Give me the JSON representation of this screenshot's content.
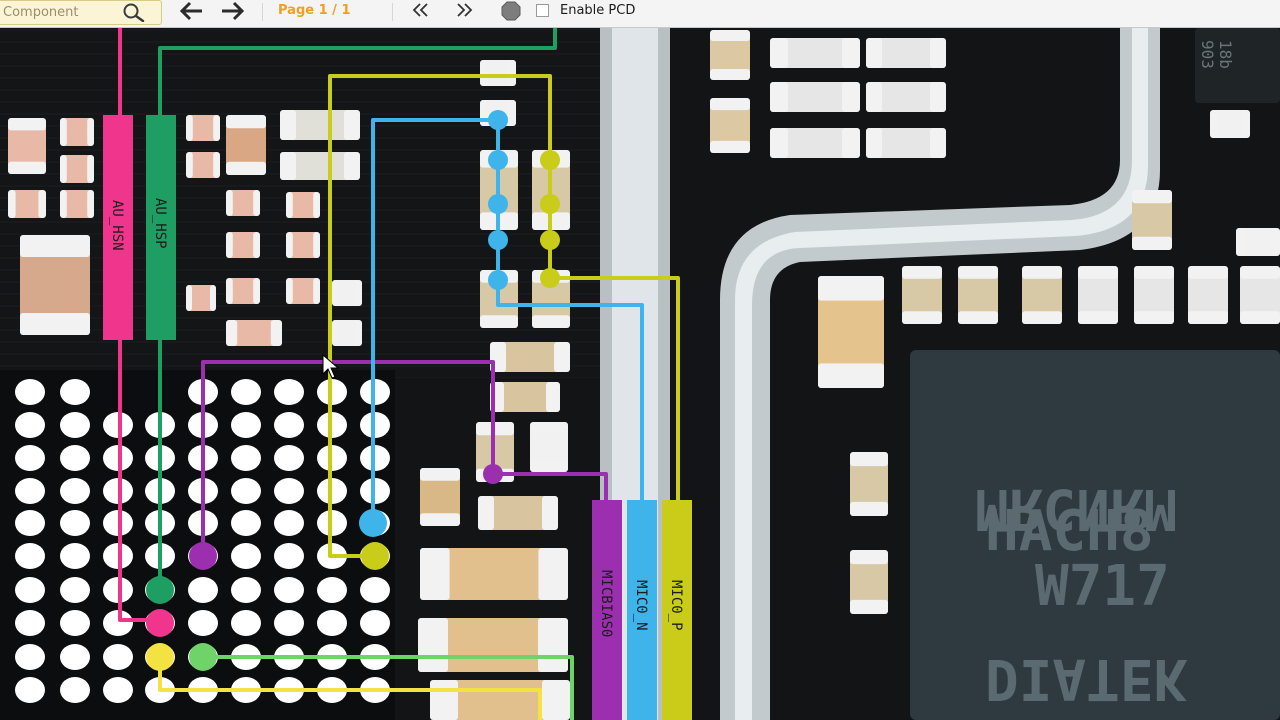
{
  "toolbar": {
    "search_placeholder": "Component",
    "page_indicator": "Page 1 / 1",
    "enable_pcd_label": "Enable PCD",
    "enable_pcd_checked": false,
    "icons": [
      "search-icon",
      "arrow-left-icon",
      "arrow-right-icon",
      "double-chevron-left-icon",
      "double-chevron-right-icon",
      "octagon-stop-icon"
    ]
  },
  "board": {
    "net_labels": {
      "au_hsn": "AU_HSN",
      "au_hsp": "AU_HSP",
      "micbias0": "MICBIAS0",
      "mic0_n": "MIC0_N",
      "mic0_p": "MIC0_P"
    },
    "chip_marking": {
      "line1": "MRCNRM",
      "line2": "HACH8",
      "line3": "W717",
      "line4": "DIATEK"
    },
    "small_chip_marking": {
      "line1": "18b",
      "line2": "903"
    },
    "net_colors": {
      "au_hsn": "#f0358c",
      "au_hsp": "#1e9e62",
      "micbias0": "#9b2fb0",
      "mic0_n": "#3fb4ea",
      "mic0_p": "#c9cc18",
      "green_light": "#6fd36a",
      "yellow": "#f4e242"
    }
  }
}
